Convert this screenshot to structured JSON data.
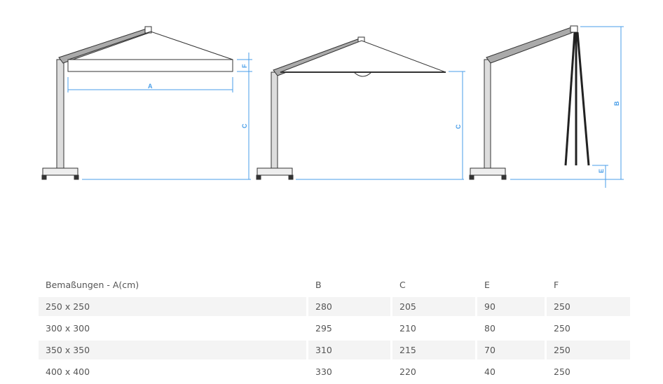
{
  "diagram": {
    "labels": {
      "a": "A",
      "b": "B",
      "c": "C",
      "e": "E",
      "f": "F"
    },
    "dimension_color": "#4a9ee8",
    "line_color": "#333333"
  },
  "table": {
    "headers": [
      "Bemaßungen - A(cm)",
      "B",
      "C",
      "E",
      "F"
    ],
    "rows": [
      [
        "250 x 250",
        "280",
        "205",
        "90",
        "250"
      ],
      [
        "300 x 300",
        "295",
        "210",
        "80",
        "250"
      ],
      [
        "350 x 350",
        "310",
        "215",
        "70",
        "250"
      ],
      [
        "400 x 400",
        "330",
        "220",
        "40",
        "250"
      ]
    ]
  }
}
